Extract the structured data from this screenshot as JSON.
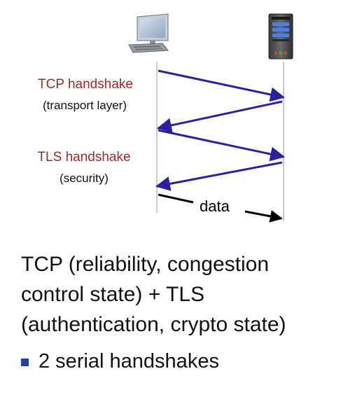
{
  "labels": {
    "tcp_handshake": "TCP handshake",
    "transport_layer": "(transport layer)",
    "tls_handshake": "TLS handshake",
    "security": "(security)",
    "data": "data"
  },
  "body": {
    "lines": [
      "TCP (reliability, congestion",
      "control state) + TLS",
      "(authentication, crypto state)"
    ],
    "bullet": "2 serial handshakes"
  },
  "colors": {
    "label_red": "#9e2a22",
    "arrow_blue": "#2b1fa3",
    "bullet_blue": "#2a3fa6",
    "timeline": "#9a9a9a"
  },
  "icons": {
    "client": "desktop-computer-icon",
    "server": "server-tower-icon"
  }
}
